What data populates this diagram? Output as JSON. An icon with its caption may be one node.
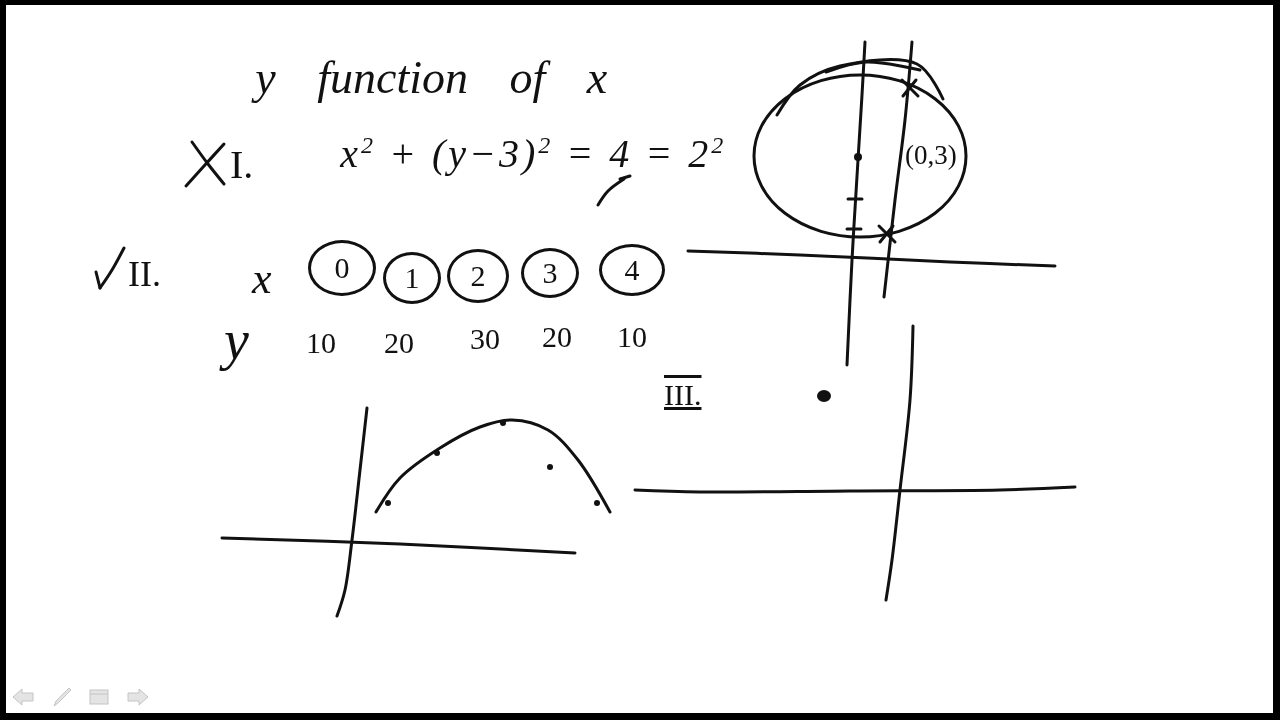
{
  "diagram": {
    "title": "y function of x",
    "nodes": [
      {
        "text": [
          "0"
        ]
      },
      {
        "text": [
          "1"
        ]
      },
      {
        "text": [
          "2"
        ]
      },
      {
        "text": [
          "3"
        ]
      },
      {
        "text": [
          "4"
        ]
      }
    ],
    "labels": [
      "I.",
      "x$^{2}$ + (y−3)$^{2}$ = 4 = 2$^{2}$",
      "(0,3)",
      "II.",
      "x",
      "y",
      "10",
      "20",
      "30",
      "20",
      "10",
      "III."
    ]
  }
}
